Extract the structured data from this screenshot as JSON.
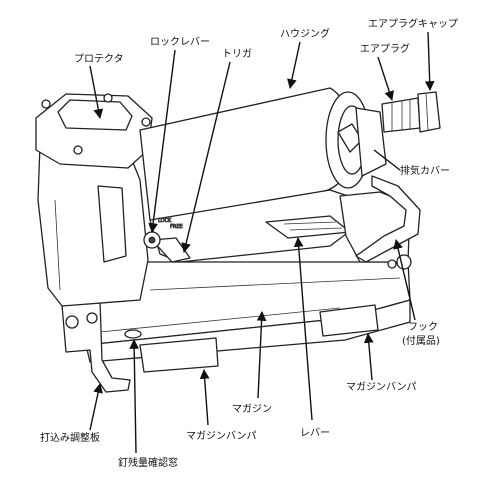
{
  "labels": {
    "protector": "プロテクタ",
    "lock_lever": "ロックレバー",
    "trigger": "トリガ",
    "housing": "ハウジング",
    "air_plug_cap": "エアプラグキャップ",
    "air_plug": "エアプラグ",
    "exhaust_cover": "排気カバー",
    "hook": "フック",
    "hook_note": "(付属品)",
    "magazine_bumper_right": "マガジンバンパ",
    "magazine": "マガジン",
    "lever": "レバー",
    "magazine_bumper_bottom": "マガジンバンパ",
    "drive_adjust_plate": "打込み調整板",
    "remaining_nail_window": "釘残量確認窓"
  },
  "tool_markings": {
    "lock": "LOCK",
    "free": "FREE"
  }
}
